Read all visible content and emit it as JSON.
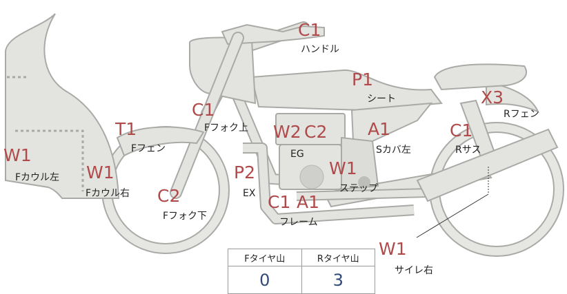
{
  "diagram": {
    "points": [
      {
        "id": "handle",
        "code": "C1",
        "label": "ハンドル"
      },
      {
        "id": "seat",
        "code": "P1",
        "label": "シート"
      },
      {
        "id": "r-fender",
        "code": "X3",
        "label": "Rフェン"
      },
      {
        "id": "f-fork-up",
        "code": "C1",
        "label": "Fフォク上"
      },
      {
        "id": "f-fender",
        "code": "T1",
        "label": "Fフェン"
      },
      {
        "id": "eg-w2",
        "code": "W2",
        "label": ""
      },
      {
        "id": "eg-c2",
        "code": "C2",
        "label": "EG"
      },
      {
        "id": "s-cover",
        "code": "A1",
        "label": "Sカバ左"
      },
      {
        "id": "r-sus",
        "code": "C1",
        "label": "Rサス"
      },
      {
        "id": "f-cowl-l",
        "code": "W1",
        "label": "Fカウル左"
      },
      {
        "id": "f-cowl-r",
        "code": "W1",
        "label": "Fカウル右"
      },
      {
        "id": "exhaust",
        "code": "P2",
        "label": "EX"
      },
      {
        "id": "step",
        "code": "W1",
        "label": "ステップ"
      },
      {
        "id": "f-fork-low",
        "code": "C2",
        "label": "Fフォク下"
      },
      {
        "id": "frame-c1",
        "code": "C1",
        "label": ""
      },
      {
        "id": "frame-a1",
        "code": "A1",
        "label": "フレーム"
      },
      {
        "id": "silencer",
        "code": "W1",
        "label": "サイレ右"
      }
    ]
  },
  "tread": {
    "front_label": "Fタイヤ山",
    "rear_label": "Rタイヤ山",
    "front_value": "0",
    "rear_value": "3"
  },
  "colors": {
    "code_text": "#b04a4a",
    "value_text": "#2f4a7a",
    "part_fill": "#e3e3e0",
    "part_stroke": "#a9a9a6"
  }
}
